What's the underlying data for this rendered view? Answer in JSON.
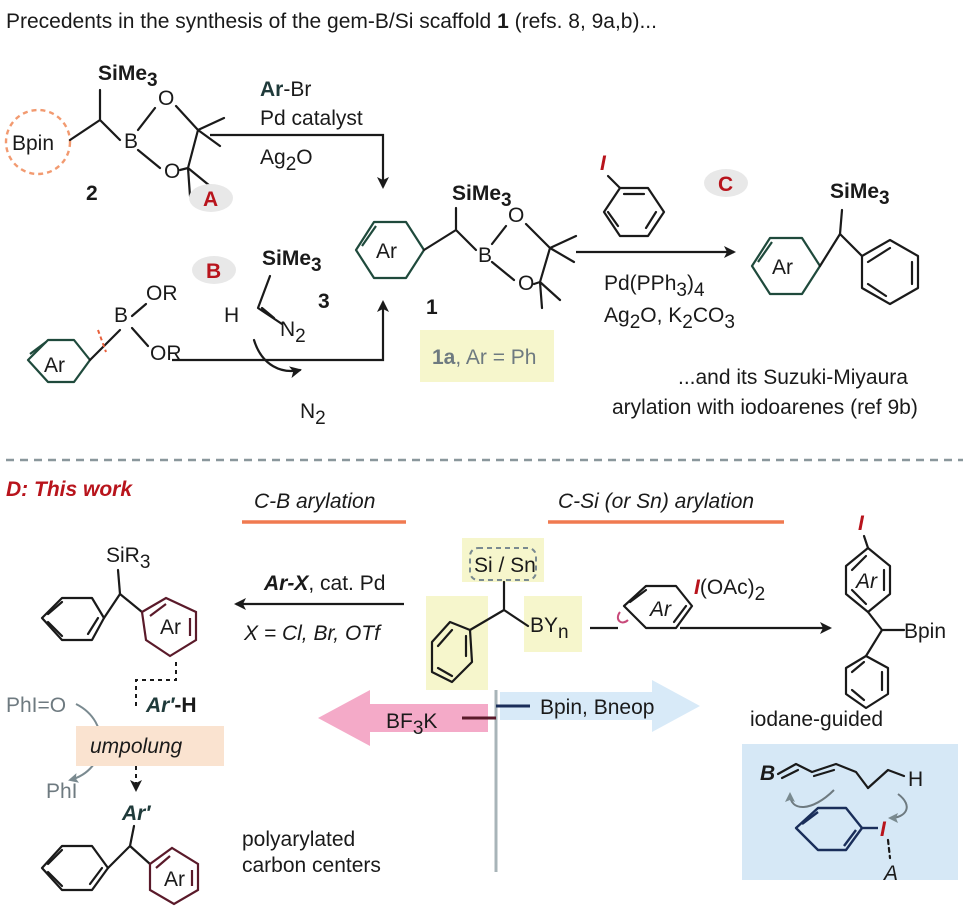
{
  "header": {
    "text": "Precedents in the synthesis of the gem-B/Si scaffold",
    "compound": "1",
    "refs": "(refs. 8, 9a,b)..."
  },
  "route_a": {
    "reagent_ar": "Ar",
    "reagent_rest": "-Br",
    "catalyst": "Pd catalyst",
    "additive": "Ag",
    "additive_sub": "2",
    "additive_end": "O",
    "tag": "A"
  },
  "compound_2": {
    "label": "2",
    "bpin": "Bpin",
    "silyl": "SiMe",
    "silyl_sub": "3"
  },
  "route_b": {
    "tag": "B",
    "silyl": "SiMe",
    "silyl_sub": "3",
    "h": "H",
    "n2": "N",
    "n2_sub": "2",
    "label": "3",
    "or1": "OR",
    "or2": "OR",
    "byproduct": "N",
    "byproduct_sub": "2"
  },
  "compound_1": {
    "label": "1",
    "silyl": "SiMe",
    "silyl_sub": "3",
    "ar": "Ar",
    "note_bold": "1a",
    "note_rest": ", Ar = Ph"
  },
  "route_c": {
    "tag": "C",
    "iodo": "I",
    "cond1": "Pd(PPh",
    "cond1_sub": "3",
    "cond1_end": ")",
    "cond1_sub2": "4",
    "cond2": "Ag",
    "cond2_sub": "2",
    "cond2_mid": "O, K",
    "cond2_sub2": "2",
    "cond2_end": "CO",
    "cond2_sub3": "3",
    "product_silyl": "SiMe",
    "product_silyl_sub": "3",
    "product_ar": "Ar",
    "caption1": "...and its Suzuki-Miyaura",
    "caption2": "arylation with iodoarenes (ref 9b)"
  },
  "part_d": {
    "title": "D: This work",
    "cb_label": "C-B arylation",
    "csi_label": "C-Si (or Sn) arylation",
    "center_top": "Si / Sn",
    "center_by": "BY",
    "center_by_sub": "n",
    "reagent_l_bold": "Ar-X",
    "reagent_l_rest": ", cat. Pd",
    "x_line": "X = Cl, Br, OTf",
    "left_silyl": "SiR",
    "left_silyl_sub": "3",
    "left_ar": "Ar",
    "ar_prime_h": "Ar′",
    "ar_prime_h_end": "-H",
    "phio": "PhI=O",
    "umpolung": "umpolung",
    "phi": "PhI",
    "ar_prime": "Ar′",
    "bottom_ar": "Ar",
    "poly1": "polyarylated",
    "poly2": "carbon centers",
    "iodane_i": "I",
    "iodane_oac": "(OAc)",
    "iodane_sub": "2",
    "iodane_ar": "Ar",
    "right_i": "I",
    "right_ar": "Ar",
    "right_bpin": "Bpin",
    "bf3k": "BF",
    "bf3k_sub": "3",
    "bf3k_end": "K",
    "bpin_bneop": "Bpin, Bneop",
    "iodane_guided": "iodane-guided",
    "tsB": "B",
    "tsH": "H",
    "tsI": "I",
    "tsA": "A"
  },
  "colors": {
    "accent_red": "#b8141c",
    "arylation_underline": "#f07a50",
    "tag_background": "#e8e8e8",
    "highlight_yellow": "#f6f6cc",
    "pink_arrow": "#f4aac8",
    "blue_arrow": "#d8eaf8",
    "ts_box": "#d6e8f6",
    "umpolung_box": "#fae3d0"
  }
}
